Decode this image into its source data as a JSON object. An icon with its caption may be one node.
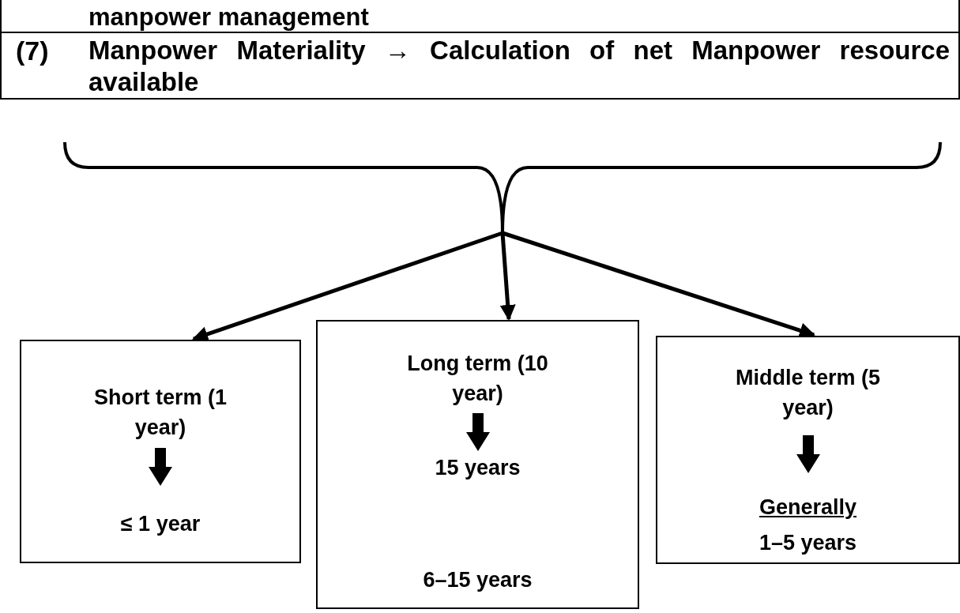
{
  "diagram": {
    "nodes": [
      {
        "text": [
          "manpower management"
        ]
      },
      {
        "text": [
          "(7)",
          "Manpower Materiality → Calculation of net Manpower resource available"
        ]
      },
      {
        "text": [],
        "shape": "bracket"
      },
      {
        "text": [
          "Short term (1 year)",
          "≤ 1 year"
        ]
      },
      {
        "text": [
          "Long term (10 year)",
          "15 years",
          "6–15 years"
        ]
      },
      {
        "text": [
          "Middle term (5 year)",
          "Generally",
          "1–5 years"
        ]
      }
    ],
    "edges": [
      {
        "from": 2,
        "to": 3,
        "arrow": "to"
      },
      {
        "from": 2,
        "to": 4,
        "arrow": "to"
      },
      {
        "from": 2,
        "to": 5,
        "arrow": "to"
      }
    ]
  }
}
